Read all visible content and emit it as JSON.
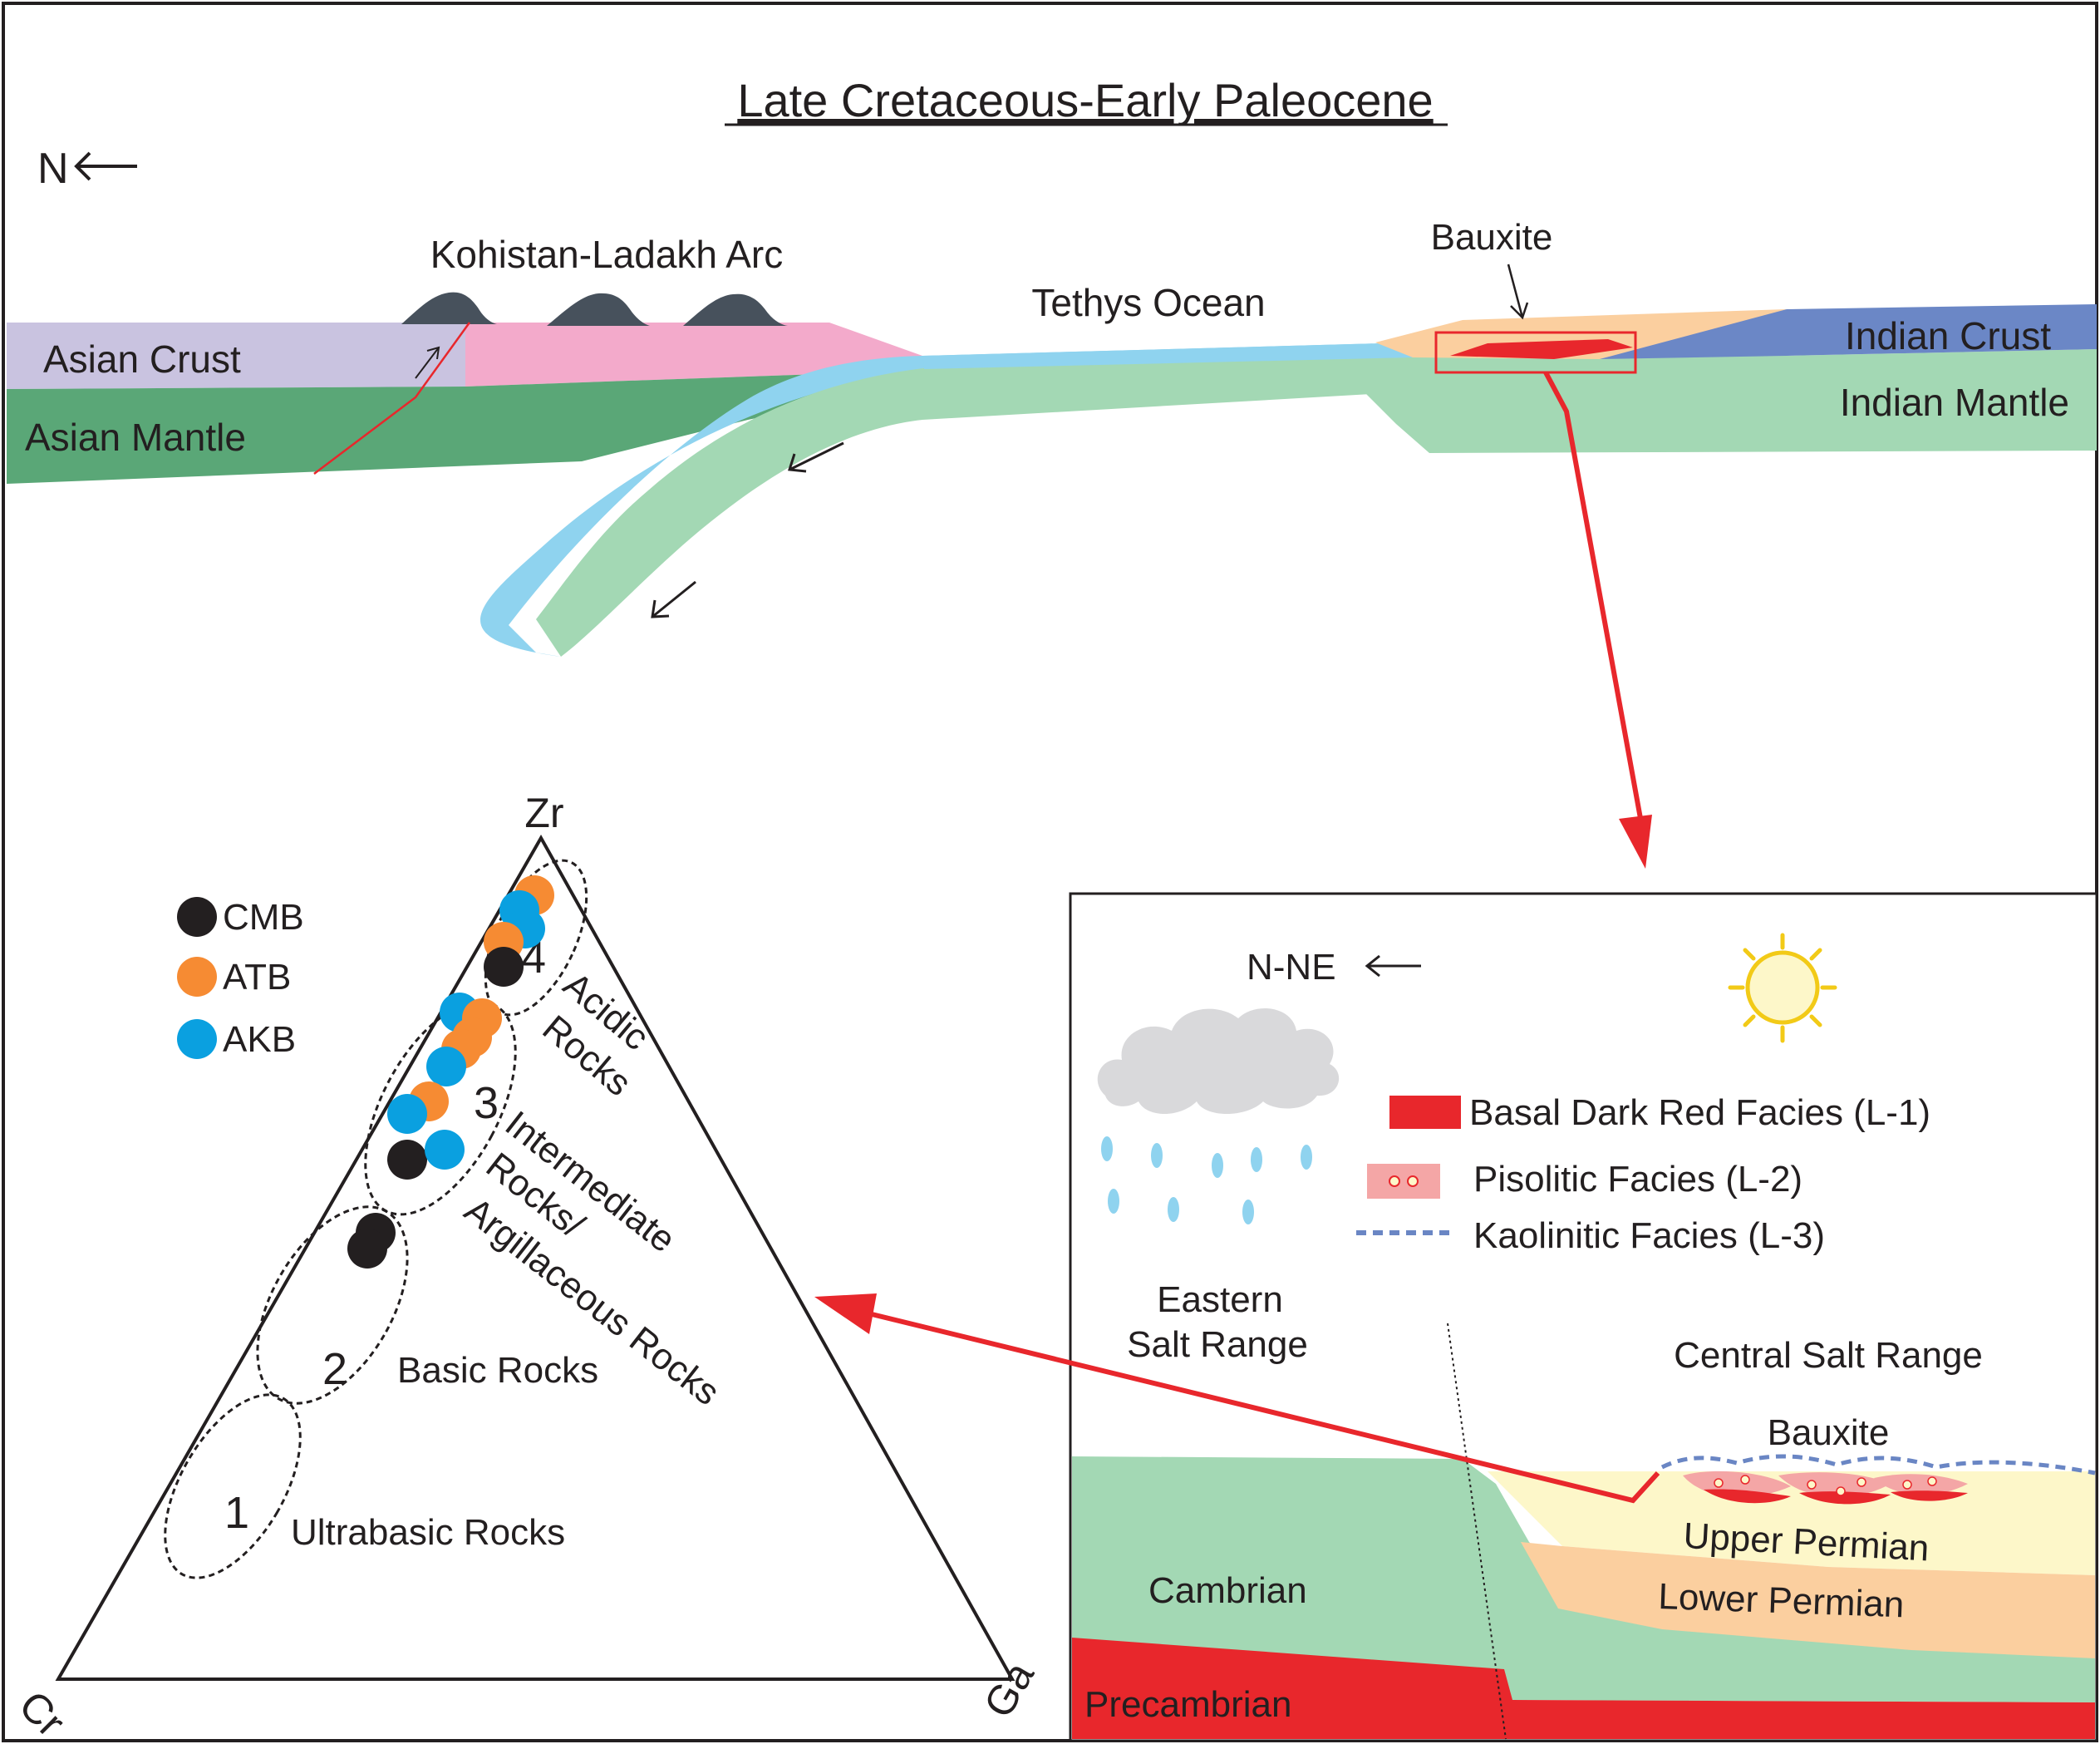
{
  "title": "Late Cretaceous-Early Paleocene",
  "top": {
    "north_label": "N",
    "arc_label": "Kohistan-Ladakh Arc",
    "ocean_label": "Tethys Ocean",
    "bauxite_label": "Bauxite",
    "asian_crust": "Asian Crust",
    "asian_mantle": "Asian Mantle",
    "indian_crust": "Indian Crust",
    "indian_mantle": "Indian Mantle"
  },
  "ternary": {
    "apex_top": "Zr",
    "apex_left": "Cr",
    "apex_right": "Ga",
    "legend": [
      {
        "label": "CMB",
        "color": "#231f20"
      },
      {
        "label": "ATB",
        "color": "#f68b33"
      },
      {
        "label": "AKB",
        "color": "#0aa0e0"
      }
    ],
    "fields": [
      {
        "number": "1",
        "label": "Ultrabasic Rocks"
      },
      {
        "number": "2",
        "label": "Basic Rocks"
      },
      {
        "number": "3",
        "label_lines": [
          "Intermediate",
          "Rocks/",
          "Argillaceous Rocks"
        ]
      },
      {
        "number": "4",
        "label_lines": [
          "Acidic",
          "Rocks"
        ]
      }
    ]
  },
  "inset": {
    "direction_label": "N-NE",
    "legend": [
      {
        "label": "Basal Dark Red Facies (L-1)",
        "color": "#e8272c"
      },
      {
        "label": "Pisolitic Facies (L-2)",
        "color": "#f4a6a6"
      },
      {
        "label": "Kaolinitic Facies (L-3)",
        "color": "#6a86c4"
      }
    ],
    "eastern_lines": [
      "Eastern",
      "Salt Range"
    ],
    "central_label": "Central Salt Range",
    "bauxite_label": "Bauxite",
    "upper_permian": "Upper Permian",
    "lower_permian": "Lower Permian",
    "cambrian": "Cambrian",
    "precambrian": "Precambrian"
  },
  "colors": {
    "asian_crust": "#c9c3e0",
    "arc_crust": "#f3aacb",
    "asian_mantle": "#5aa777",
    "oceanic_crust": "#8fd3ef",
    "oceanic_mantle": "#a3d8b4",
    "indian_crust": "#6b87c6",
    "sediment": "#fbcf9f",
    "bauxite_red": "#e8272c",
    "upper_permian": "#fdf7c9",
    "precambrian": "#e8272c",
    "cloud": "#d9d9db",
    "rain": "#8fd3ef",
    "sun": "#f2ca17"
  }
}
